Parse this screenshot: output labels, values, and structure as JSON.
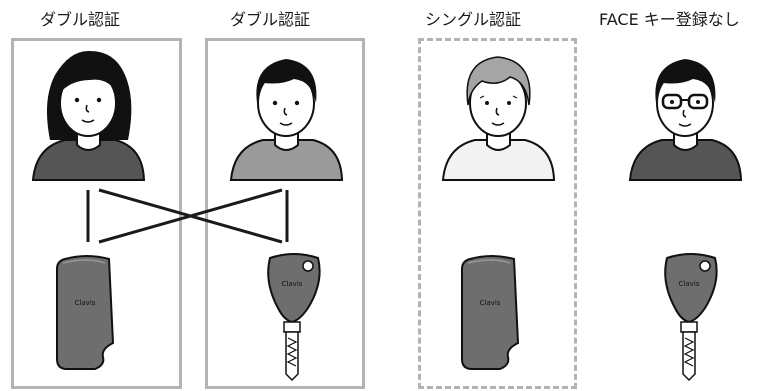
{
  "columns": [
    {
      "label": "ダブル認証"
    },
    {
      "label": "ダブル認証"
    },
    {
      "label": "シングル認証"
    },
    {
      "label": "FACE キー登録なし"
    }
  ],
  "brand": "Clavis",
  "colors": {
    "frame": "#b3b3b3",
    "shirt_dark": "#555555",
    "shirt_mid": "#9a9a9a",
    "shirt_light": "#f2f2f2",
    "hair_black": "#111111",
    "hair_gray": "#a5a5a5",
    "key_body": "#6e6e6e"
  }
}
